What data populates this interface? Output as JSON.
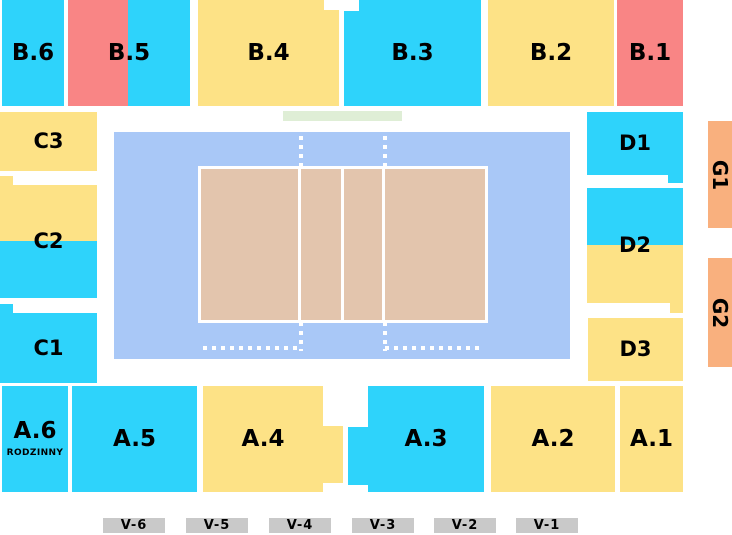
{
  "colors": {
    "cyan": "#2ed3fb",
    "yellow": "#fde286",
    "red": "#f98585",
    "orange": "#f9b07e",
    "floor": "#a9c8f7",
    "court": "#e3c5ad",
    "bench": "#dfeed6",
    "tablebox": "#c9c9c9",
    "text": "#000000",
    "background": "#ffffff"
  },
  "stands": {
    "b6": {
      "label": "B.6"
    },
    "b5": {
      "label": "B.5"
    },
    "b4": {
      "label": "B.4"
    },
    "b3": {
      "label": "B.3"
    },
    "b2": {
      "label": "B.2"
    },
    "b1": {
      "label": "B.1"
    },
    "c3": {
      "label": "C3"
    },
    "c2": {
      "label": "C2"
    },
    "c1": {
      "label": "C1"
    },
    "d1": {
      "label": "D1"
    },
    "d2": {
      "label": "D2"
    },
    "d3": {
      "label": "D3"
    },
    "g1": {
      "label": "G1"
    },
    "g2": {
      "label": "G2"
    },
    "a6": {
      "label": "A.6",
      "sublabel": "RODZINNY"
    },
    "a5": {
      "label": "A.5"
    },
    "a4": {
      "label": "A.4"
    },
    "a3": {
      "label": "A.3"
    },
    "a2": {
      "label": "A.2"
    },
    "a1": {
      "label": "A.1"
    }
  },
  "vip_tables": [
    {
      "label": "V-6"
    },
    {
      "label": "V-5"
    },
    {
      "label": "V-4"
    },
    {
      "label": "V-3"
    },
    {
      "label": "V-2"
    },
    {
      "label": "V-1"
    }
  ]
}
